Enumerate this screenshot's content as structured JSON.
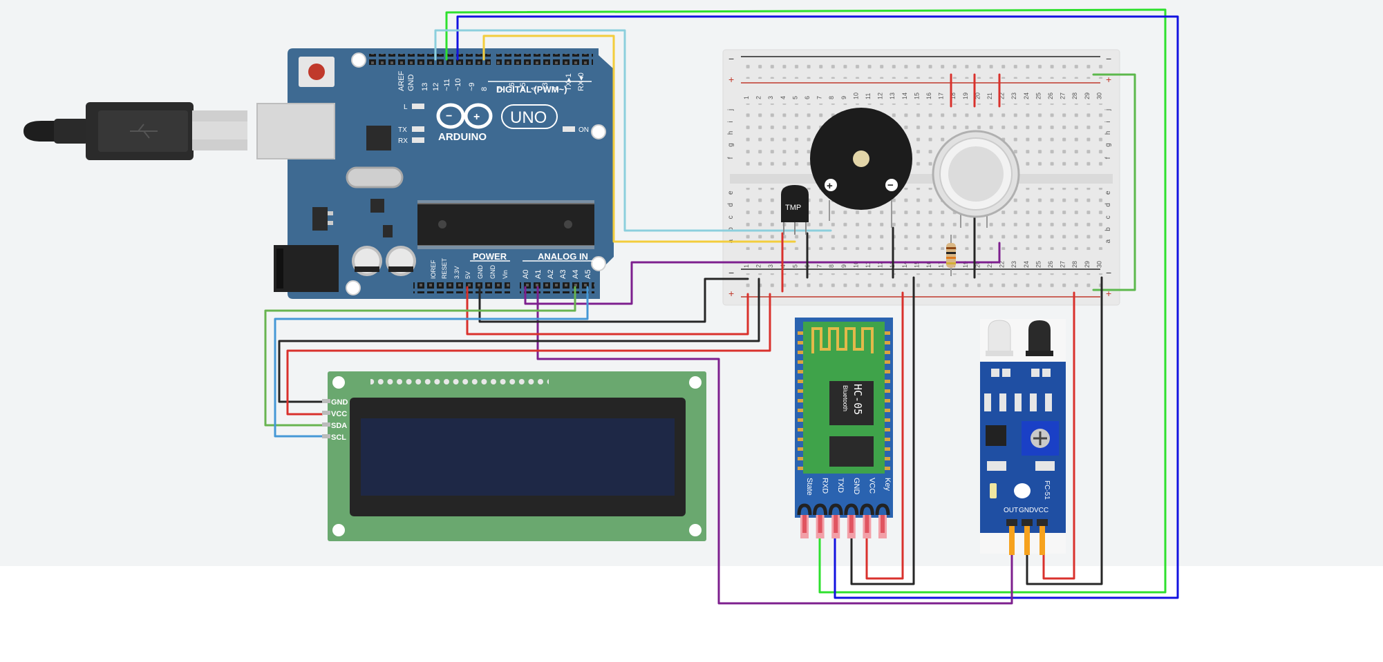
{
  "arduino": {
    "brand": "ARDUINO",
    "model": "UNO",
    "digital_header_label": "DIGITAL (PWM~)",
    "power_label": "POWER",
    "analog_label": "ANALOG IN",
    "on_label": "ON",
    "l_label": "L",
    "tx_label": "TX",
    "rx_label": "RX",
    "top_pins": [
      "AREF",
      "GND",
      "13",
      "12",
      "~11",
      "~10",
      "~9",
      "8",
      "7",
      "~6",
      "~5",
      "4",
      "~3",
      "2",
      "TX▸1",
      "RX◂0"
    ],
    "power_pins": [
      "IOREF",
      "RESET",
      "3.3V",
      "5V",
      "GND",
      "GND",
      "Vin"
    ],
    "analog_pins": [
      "A0",
      "A1",
      "A2",
      "A3",
      "A4",
      "A5"
    ]
  },
  "breadboard": {
    "plus": "+",
    "minus": "−",
    "row_letters_top": [
      "j",
      "i",
      "h",
      "g",
      "f"
    ],
    "row_letters_bottom": [
      "e",
      "d",
      "c",
      "b",
      "a"
    ],
    "column_numbers": [
      "1",
      "2",
      "3",
      "4",
      "5",
      "6",
      "7",
      "8",
      "9",
      "10",
      "11",
      "12",
      "13",
      "14",
      "15",
      "16",
      "17",
      "18",
      "19",
      "20",
      "21",
      "22",
      "23",
      "24",
      "25",
      "26",
      "27",
      "28",
      "29",
      "30"
    ]
  },
  "components": {
    "tmp_label": "TMP",
    "buzzer_plus": "+",
    "buzzer_minus": "−"
  },
  "lcd": {
    "pins": [
      "GND",
      "VCC",
      "SDA",
      "SCL"
    ]
  },
  "hc05": {
    "model": "HC-05",
    "subtitle": "Bluetooth",
    "pins": [
      "State",
      "RXD",
      "TXD",
      "GND",
      "VCC",
      "Key"
    ]
  },
  "ir_sensor": {
    "model": "FC-51",
    "pins": [
      "OUT",
      "GND",
      "VCC"
    ]
  },
  "colors": {
    "board_blue": "#3e6a92",
    "wire_green": "#2ee02e",
    "wire_blue": "#1212e0",
    "wire_cyan": "#8ccfdd",
    "wire_yellow": "#f3cd3c",
    "wire_purple": "#7d1f8e",
    "wire_red": "#d9312c",
    "wire_black": "#262626",
    "wire_lightgreen": "#68b450",
    "wire_lightblue": "#4598d6"
  }
}
